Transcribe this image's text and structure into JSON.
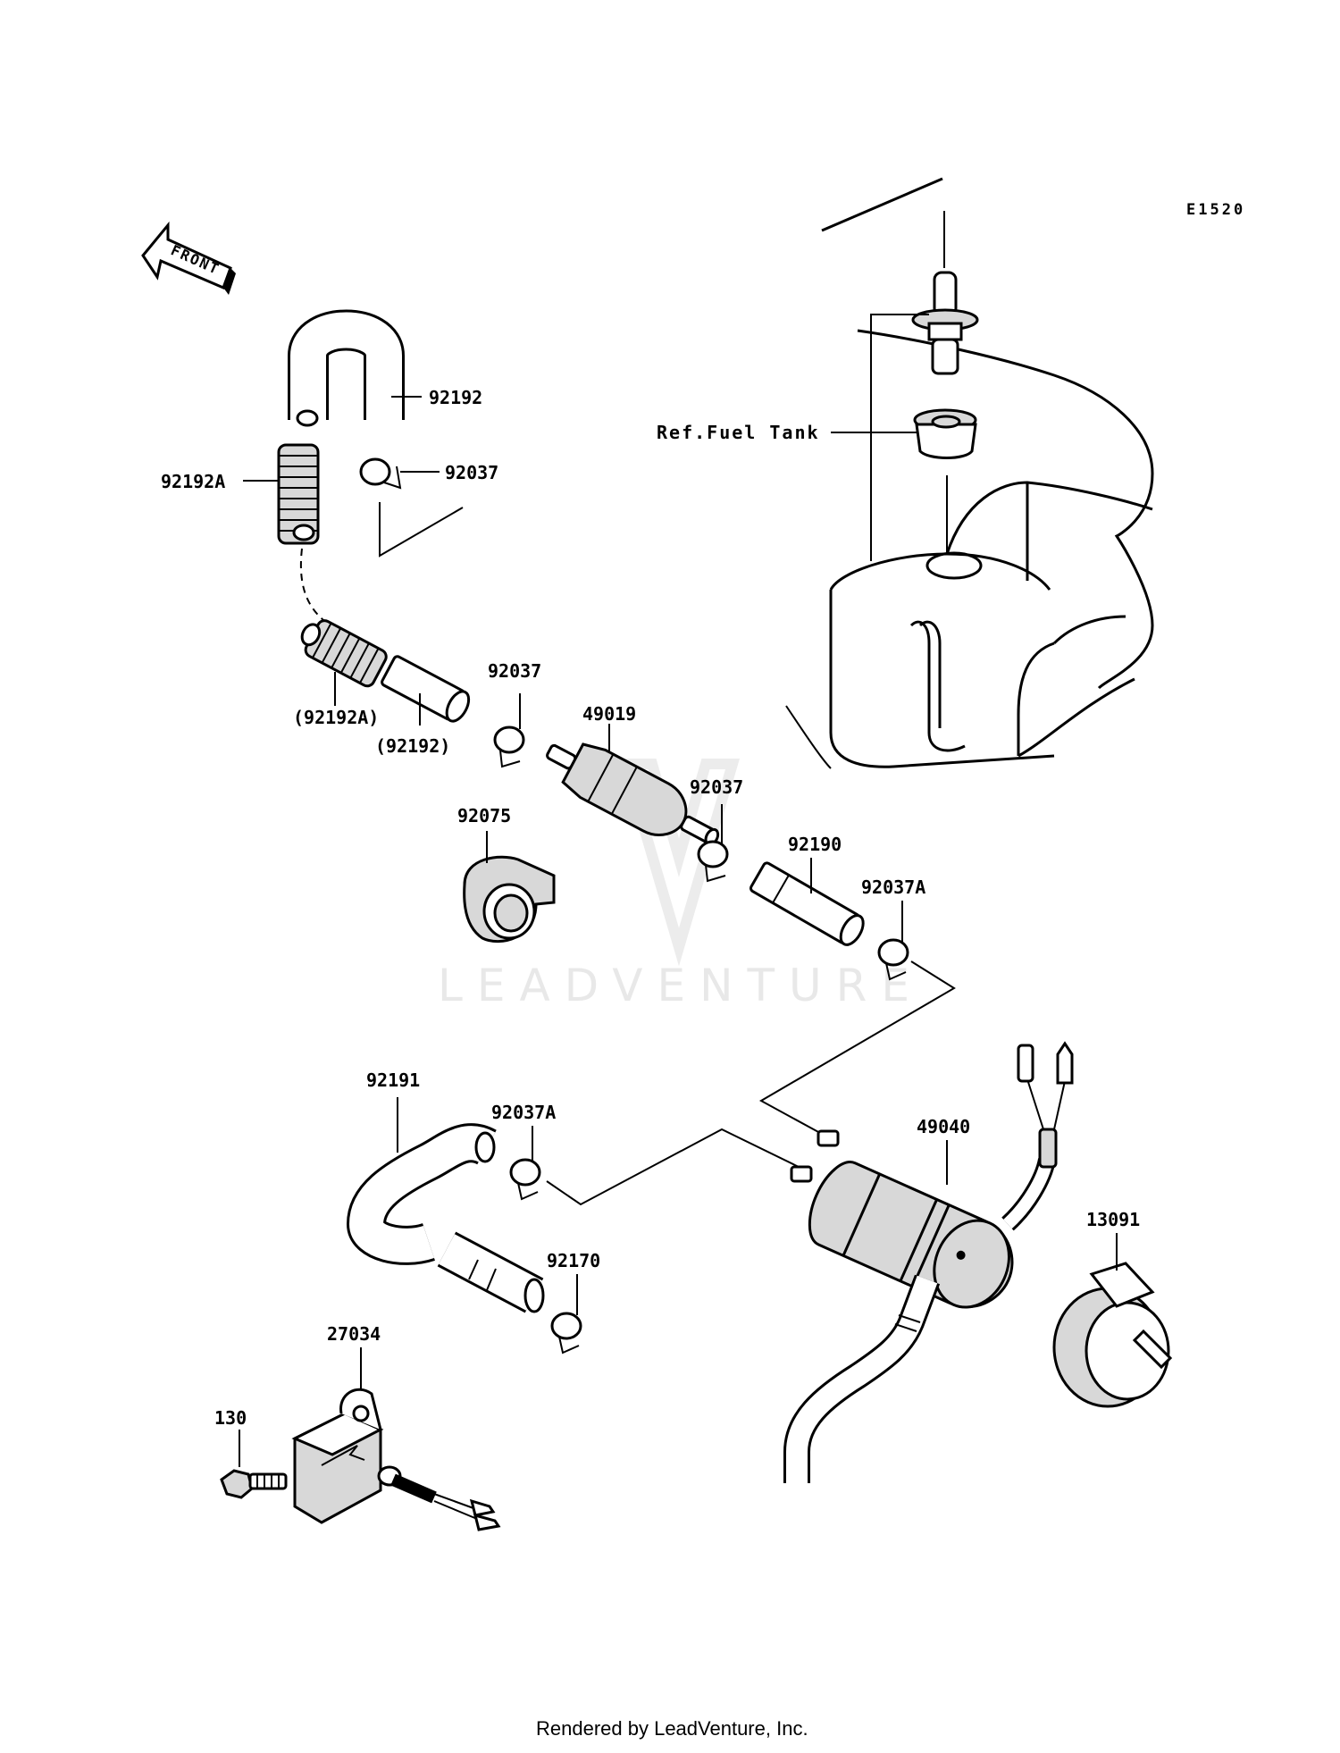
{
  "diagram_code": "E1520",
  "front_label": "FRONT",
  "ref_label": "Ref.Fuel Tank",
  "watermark": "LEADVENTURE",
  "footer": "Rendered by LeadVenture, Inc.",
  "parts": {
    "p92192_top": "92192",
    "p92037_top": "92037",
    "p92192A": "92192A",
    "p92192A_paren": "(92192A)",
    "p92192_paren": "(92192)",
    "p92037_mid": "92037",
    "p49019": "49019",
    "p92037_right": "92037",
    "p92075": "92075",
    "p92190": "92190",
    "p92037A_right": "92037A",
    "p92191": "92191",
    "p92037A_left": "92037A",
    "p49040": "49040",
    "p13091": "13091",
    "p92170": "92170",
    "p27034": "27034",
    "p130": "130"
  },
  "colors": {
    "line": "#000000",
    "shade": "#d8d8d8",
    "watermark": "#e8e8e8"
  }
}
